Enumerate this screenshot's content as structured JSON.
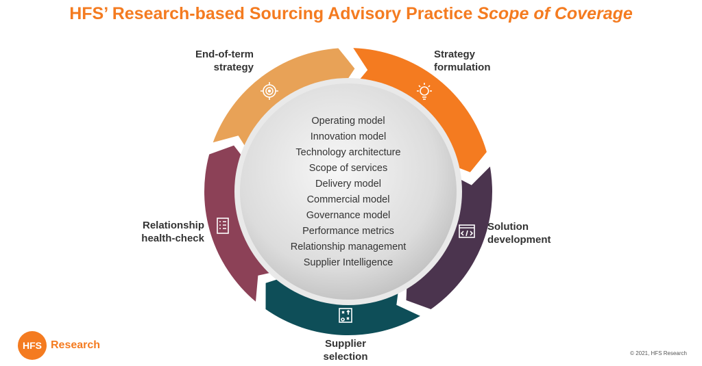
{
  "title": {
    "main": "HFS’ Research-based Sourcing Advisory Practice ",
    "italic": "Scope of Coverage"
  },
  "segments": [
    {
      "label_lines": [
        "Strategy",
        "formulation"
      ],
      "color": "#F47B20",
      "icon": "lightbulb-icon"
    },
    {
      "label_lines": [
        "Solution",
        "development"
      ],
      "color": "#4B344E",
      "icon": "code-window-icon"
    },
    {
      "label_lines": [
        "Supplier",
        "selection"
      ],
      "color": "#0E4E58",
      "icon": "strategy-board-icon"
    },
    {
      "label_lines": [
        "Relationship",
        "health-check"
      ],
      "color": "#8C4157",
      "icon": "checklist-icon"
    },
    {
      "label_lines": [
        "End-of-term",
        "strategy"
      ],
      "color": "#E8A257",
      "icon": "target-icon"
    }
  ],
  "center_items": [
    "Operating model",
    "Innovation model",
    "Technology architecture",
    "Scope of services",
    "Delivery model",
    "Commercial model",
    "Governance model",
    "Performance metrics",
    "Relationship management",
    "Supplier Intelligence"
  ],
  "logo": {
    "mark": "HFS",
    "text": "Research"
  },
  "copyright": "© 2021, HFS Research"
}
